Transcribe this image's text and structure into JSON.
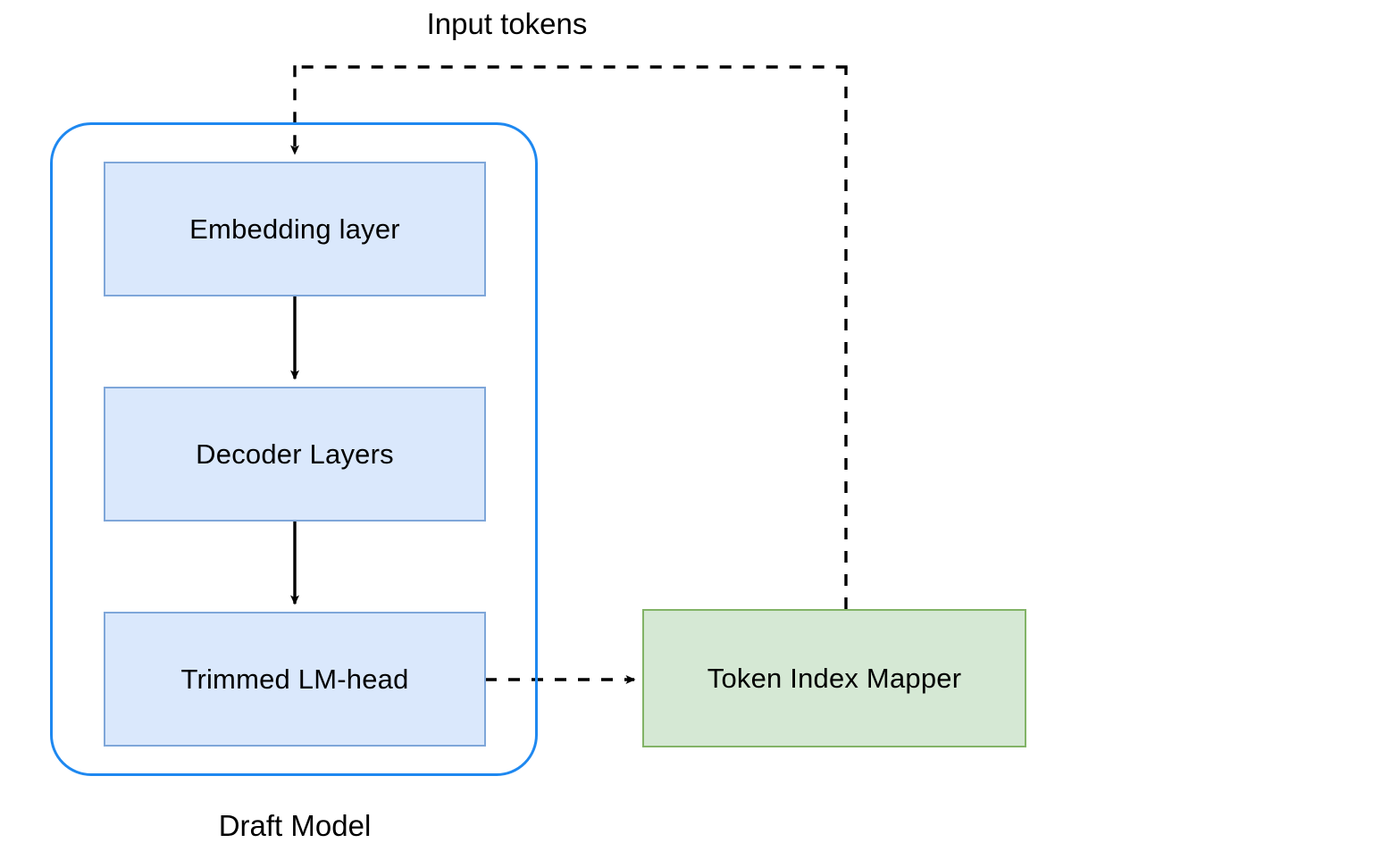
{
  "diagram": {
    "title_label": "Input tokens",
    "group_label": "Draft Model",
    "nodes": {
      "embedding": "Embedding layer",
      "decoder": "Decoder Layers",
      "lm_head": "Trimmed LM-head",
      "mapper": "Token Index Mapper"
    },
    "colors": {
      "node_blue_fill": "#dae8fc",
      "node_blue_stroke": "#7ea6d9",
      "node_green_fill": "#d5e8d4",
      "node_green_stroke": "#82b366",
      "group_stroke": "#1e88f0",
      "edge_stroke": "#000000",
      "background": "#ffffff"
    },
    "edges": [
      {
        "name": "input-to-embedding",
        "from": "Input tokens",
        "to": "Embedding layer",
        "style": "dashed",
        "arrow": true
      },
      {
        "name": "embedding-to-decoder",
        "from": "Embedding layer",
        "to": "Decoder Layers",
        "style": "solid",
        "arrow": true
      },
      {
        "name": "decoder-to-lm-head",
        "from": "Decoder Layers",
        "to": "Trimmed LM-head",
        "style": "solid",
        "arrow": true
      },
      {
        "name": "lm-head-to-mapper",
        "from": "Trimmed LM-head",
        "to": "Token Index Mapper",
        "style": "dashed",
        "arrow": true
      },
      {
        "name": "mapper-to-input",
        "from": "Token Index Mapper",
        "to": "Input tokens",
        "style": "dashed",
        "arrow": false
      }
    ]
  }
}
